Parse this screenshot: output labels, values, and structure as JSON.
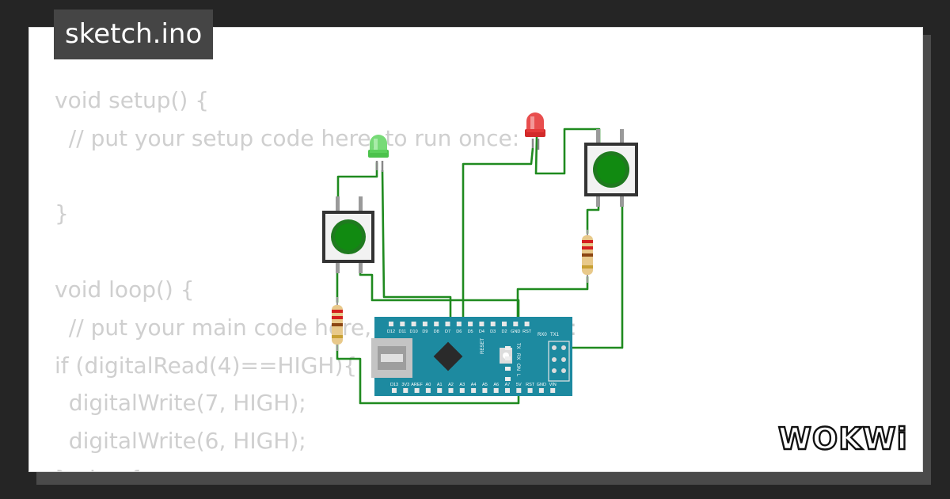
{
  "file": {
    "name": "sketch.ino"
  },
  "code": {
    "lines": [
      "void setup() {",
      "  // put your setup code here, to run once:",
      "",
      "}",
      "",
      "void loop() {",
      "  // put your main code here, to run repeatedly:",
      "if (digitalRead(4)==HIGH){",
      "  digitalWrite(7, HIGH);",
      "  digitalWrite(6, HIGH);",
      "} else {"
    ]
  },
  "board": {
    "top_pins": [
      "D12",
      "D11",
      "D10",
      "D9",
      "D8",
      "D7",
      "D6",
      "D5",
      "D4",
      "D3",
      "D2",
      "GND",
      "RST"
    ],
    "top_right_labels": [
      "RX0",
      "TX1"
    ],
    "bottom_pins": [
      "D13",
      "3V3",
      "AREF",
      "A0",
      "A1",
      "A2",
      "A3",
      "A4",
      "A5",
      "A6",
      "A7",
      "5V",
      "RST",
      "GND",
      "VIN"
    ],
    "leds": [
      "TX",
      "RX",
      "ON",
      "L"
    ],
    "reset_label": "RESET"
  },
  "components": {
    "leds": [
      {
        "color": "green"
      },
      {
        "color": "red"
      }
    ],
    "buttons": 2,
    "resistors": 2
  },
  "brand": {
    "name": "WOKWi"
  },
  "colors": {
    "background": "#252525",
    "card": "#ffffff",
    "code": "#cfcfcf",
    "wire": "#1f8a1f",
    "board": "#1d8aa0"
  }
}
